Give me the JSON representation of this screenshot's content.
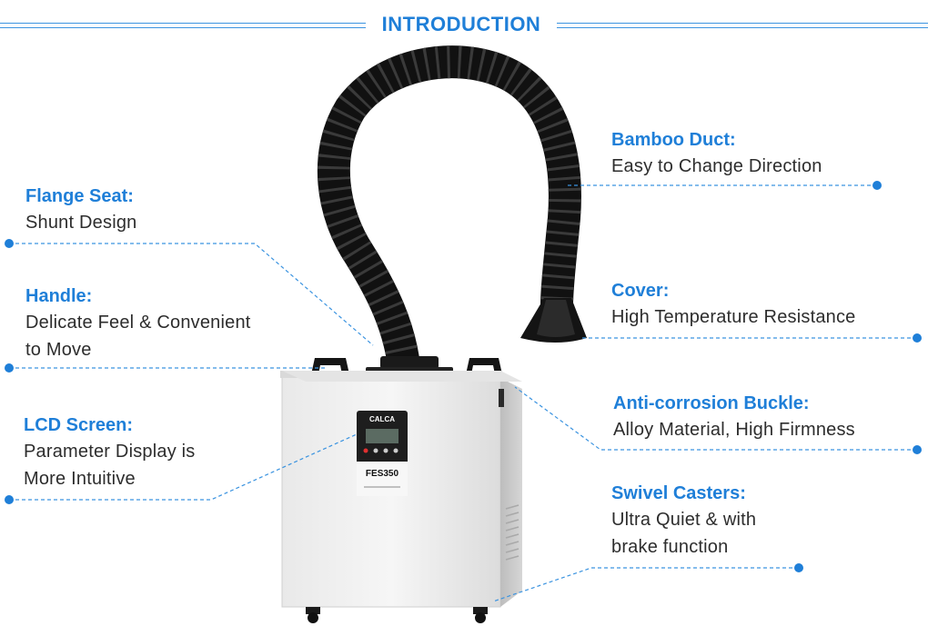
{
  "title": "INTRODUCTION",
  "accent_color": "#1f7fd8",
  "product": {
    "brand": "CALCA",
    "model": "FES350"
  },
  "features": {
    "flange_seat": {
      "head": "Flange Seat:",
      "desc": "Shunt Design"
    },
    "handle": {
      "head": "Handle:",
      "desc_line1": "Delicate Feel & Convenient",
      "desc_line2": "to Move"
    },
    "lcd_screen": {
      "head": "LCD Screen:",
      "desc_line1": "Parameter Display is",
      "desc_line2": "More Intuitive"
    },
    "bamboo_duct": {
      "head": "Bamboo Duct:",
      "desc": "Easy to Change Direction"
    },
    "cover": {
      "head": "Cover:",
      "desc": "High Temperature Resistance"
    },
    "buckle": {
      "head": "Anti-corrosion Buckle:",
      "desc": "Alloy Material, High Firmness"
    },
    "casters": {
      "head": "Swivel Casters:",
      "desc_line1": "Ultra Quiet & with",
      "desc_line2": "brake function"
    }
  }
}
